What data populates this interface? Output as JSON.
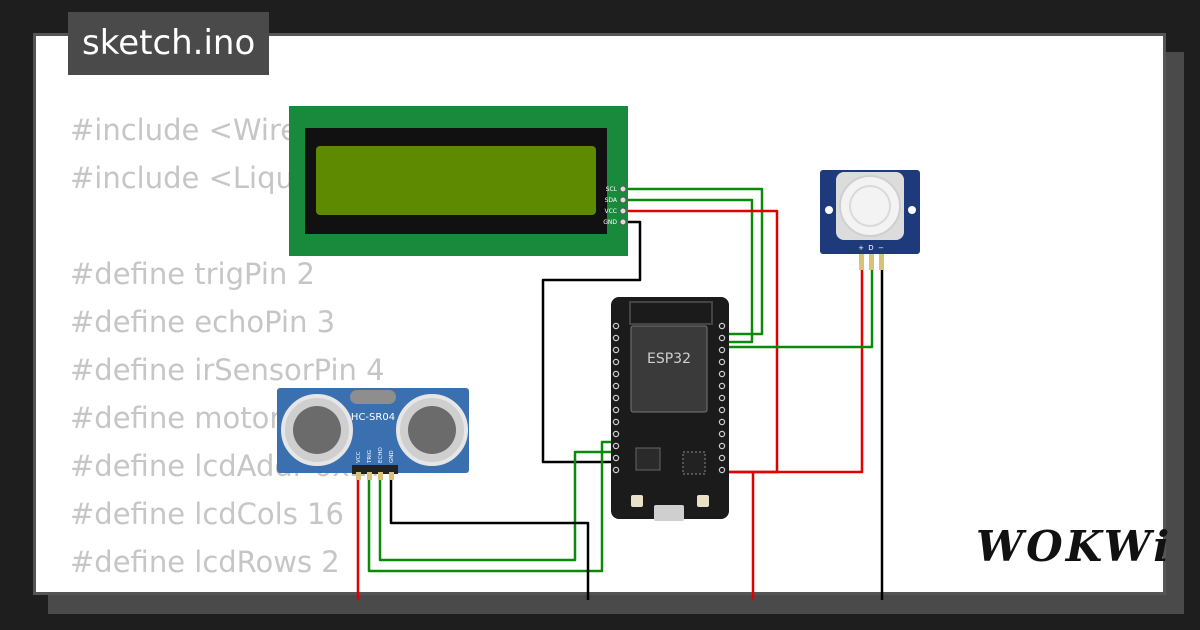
{
  "file_tab": {
    "name": "sketch.ino"
  },
  "code": {
    "lines": [
      "#include <Wire.h>",
      "#include <LiquidCrystal_I2C.h>",
      "",
      "#define trigPin 2",
      "#define echoPin 3",
      "#define irSensorPin 4",
      "#define motorPin 5",
      "#define lcdAddr 0x27",
      "#define lcdCols 16",
      "#define lcdRows 2"
    ]
  },
  "components": {
    "lcd": {
      "pins": [
        "SCL",
        "SDA",
        "VCC",
        "GND"
      ]
    },
    "esp32": {
      "label": "ESP32"
    },
    "ultrasonic": {
      "label": "HC-SR04",
      "pins": [
        "VCC",
        "TRIG",
        "ECHO",
        "GND"
      ]
    },
    "pir": {
      "pins": [
        "+",
        "D",
        "−"
      ]
    }
  },
  "brand": {
    "logo_text": "WOKWi"
  },
  "colors": {
    "wire_red": "#e00000",
    "wire_green": "#0a8a0a",
    "wire_black": "#000000",
    "lcd_pcb": "#198a3c",
    "lcd_screen": "#5d8a00",
    "sensor_board": "#3a6fb0",
    "esp32_board": "#1b1b1b"
  }
}
